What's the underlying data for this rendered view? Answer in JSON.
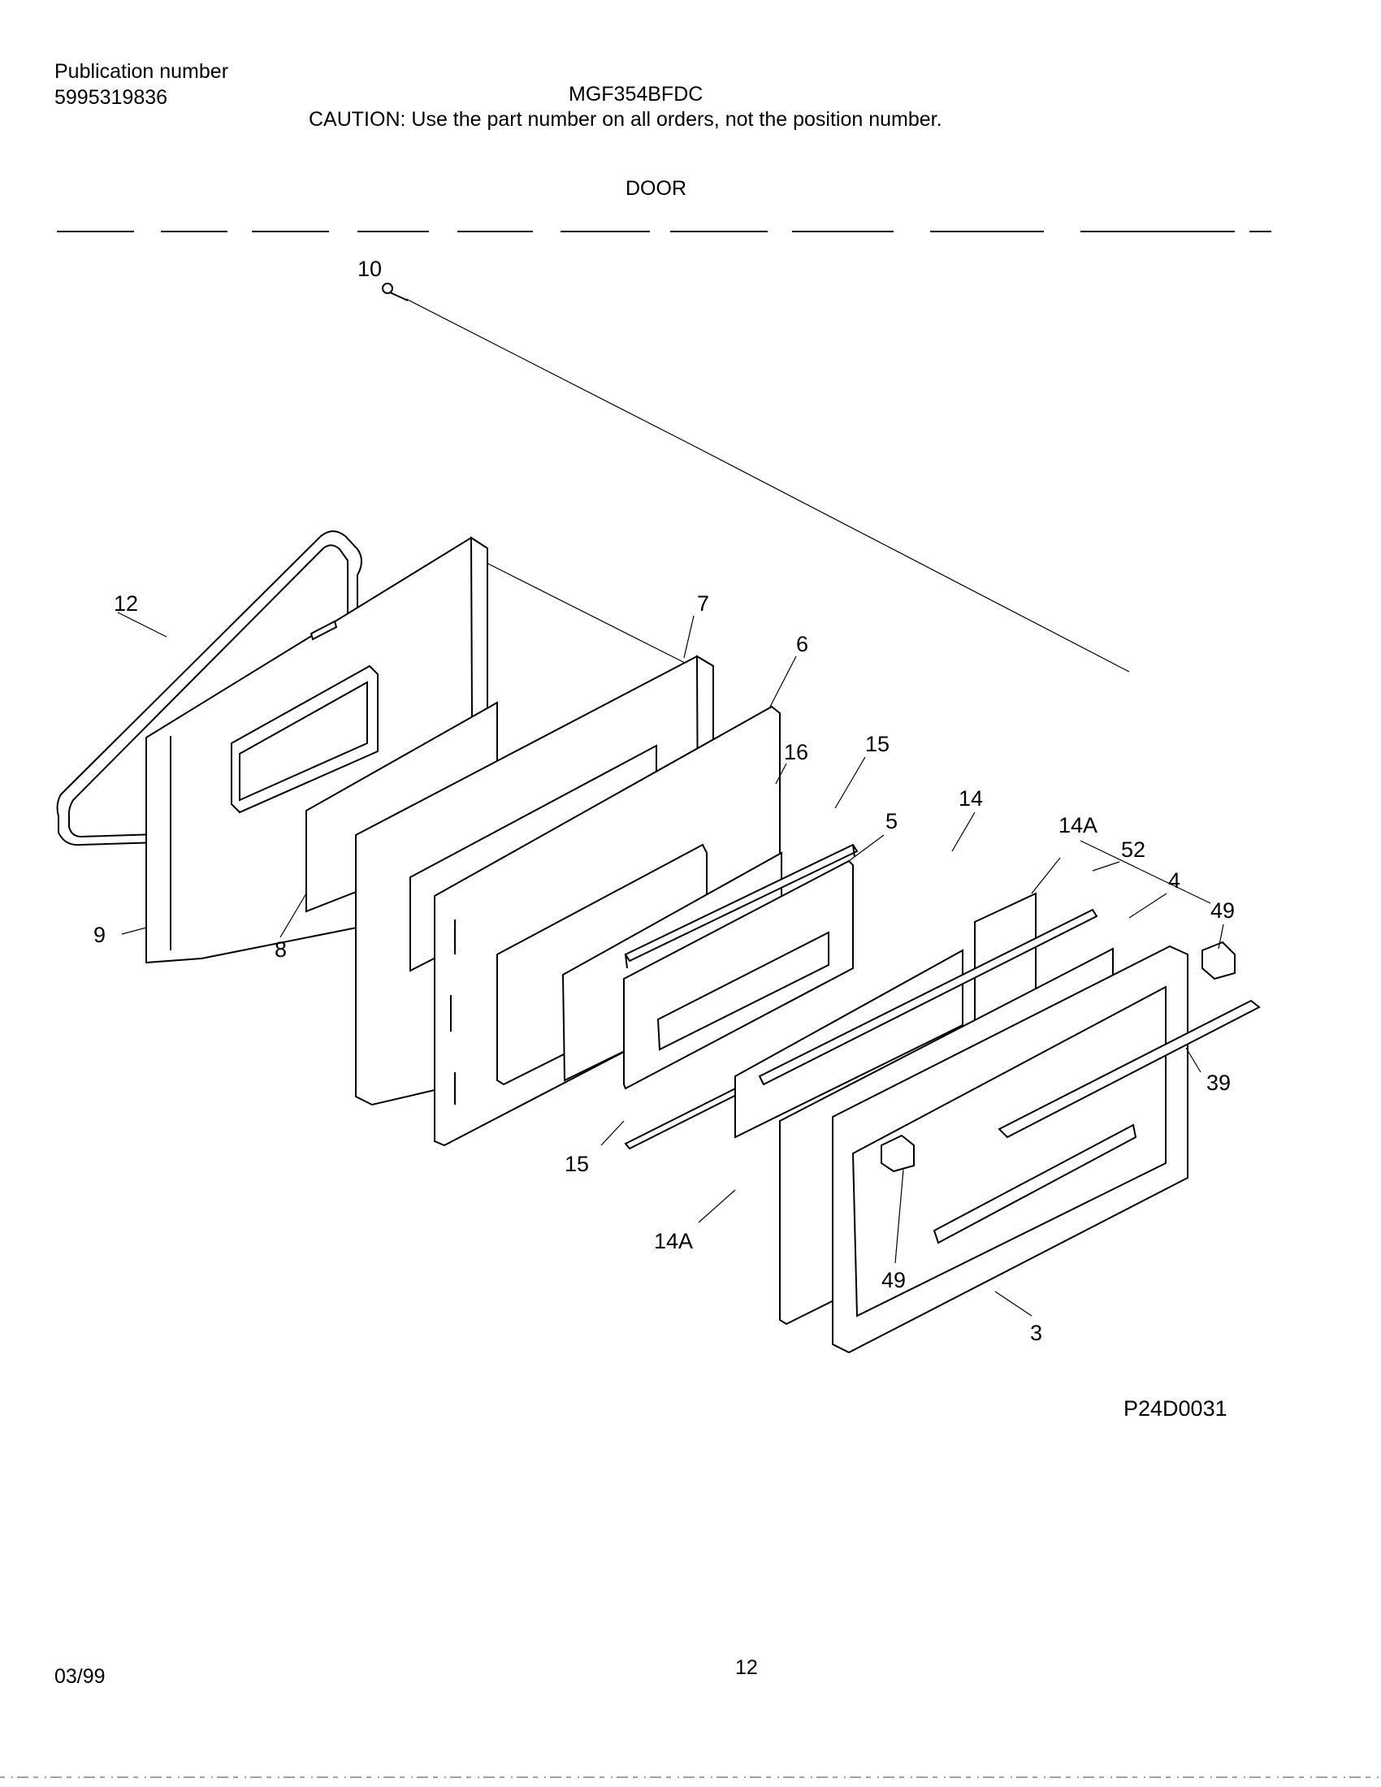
{
  "header": {
    "publication_label": "Publication number",
    "publication_number": "5995319836",
    "model": "MGF354BFDC",
    "caution": "CAUTION:  Use the part number on all orders, not the position number.",
    "section": "DOOR"
  },
  "callouts": {
    "c10": "10",
    "c12": "12",
    "c7": "7",
    "c6": "6",
    "c16": "16",
    "c15a": "15",
    "c14": "14",
    "c5": "5",
    "c14a1": "14A",
    "c52": "52",
    "c4": "4",
    "c49a": "49",
    "c9": "9",
    "c8": "8",
    "c39": "39",
    "c15b": "15",
    "c14a2": "14A",
    "c49b": "49",
    "c3": "3"
  },
  "drawing_code": "P24D0031",
  "footer": {
    "date": "03/99",
    "page": "12"
  }
}
